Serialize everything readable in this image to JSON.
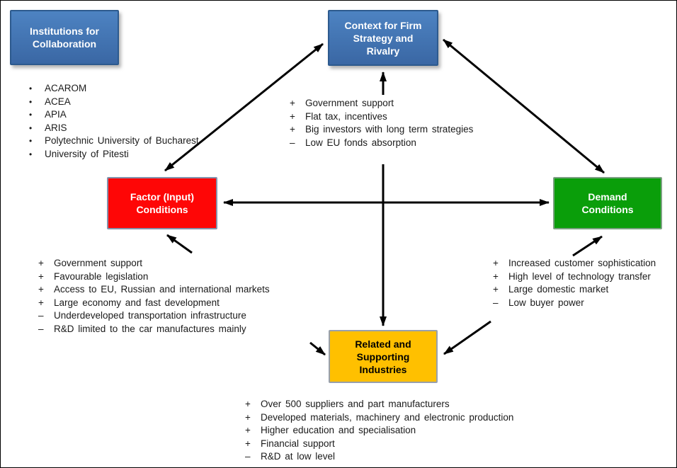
{
  "diagram": {
    "title": "Porter diamond competitiveness diagram",
    "arrow_color": "#000000",
    "nodes": {
      "institutions": {
        "title": "Institutions for\nCollaboration",
        "color": "#3f6eae"
      },
      "context": {
        "title": "Context for Firm\nStrategy and\nRivalry",
        "color": "#3f6eae"
      },
      "factor": {
        "title": "Factor (Input)\nConditions",
        "color": "#fe0606"
      },
      "demand": {
        "title": "Demand\nConditions",
        "color": "#0a9e0a"
      },
      "related": {
        "title": "Related and\nSupporting\nIndustries",
        "color": "#ffc000"
      }
    },
    "lists": {
      "institutions": {
        "items": [
          {
            "sign": "•",
            "text": "ACAROM"
          },
          {
            "sign": "•",
            "text": "ACEA"
          },
          {
            "sign": "•",
            "text": "APIA"
          },
          {
            "sign": "•",
            "text": "ARIS"
          },
          {
            "sign": "•",
            "text": "Polytechnic University of Bucharest"
          },
          {
            "sign": "•",
            "text": "University of Pitesti"
          }
        ]
      },
      "context": {
        "items": [
          {
            "sign": "+",
            "text": "Government support"
          },
          {
            "sign": "+",
            "text": "Flat tax, incentives"
          },
          {
            "sign": "+",
            "text": "Big investors with long term strategies"
          },
          {
            "sign": "–",
            "text": "Low EU fonds absorption"
          }
        ]
      },
      "factor": {
        "items": [
          {
            "sign": "+",
            "text": "Government support"
          },
          {
            "sign": "+",
            "text": "Favourable legislation"
          },
          {
            "sign": "+",
            "text": "Access to EU, Russian and international markets"
          },
          {
            "sign": "+",
            "text": "Large economy and fast development"
          },
          {
            "sign": "–",
            "text": "Underdeveloped transportation infrastructure"
          },
          {
            "sign": "–",
            "text": "R&D limited to the car manufactures mainly"
          }
        ]
      },
      "demand": {
        "items": [
          {
            "sign": "+",
            "text": "Increased customer sophistication"
          },
          {
            "sign": "+",
            "text": "High level of technology transfer"
          },
          {
            "sign": "+",
            "text": "Large domestic market"
          },
          {
            "sign": "–",
            "text": "Low buyer power"
          }
        ]
      },
      "related": {
        "items": [
          {
            "sign": "+",
            "text": "Over 500 suppliers and part manufacturers"
          },
          {
            "sign": "+",
            "text": "Developed materials, machinery and electronic production"
          },
          {
            "sign": "+",
            "text": "Higher education and specialisation"
          },
          {
            "sign": "+",
            "text": "Financial support"
          },
          {
            "sign": "–",
            "text": "R&D at low level"
          }
        ]
      }
    }
  }
}
